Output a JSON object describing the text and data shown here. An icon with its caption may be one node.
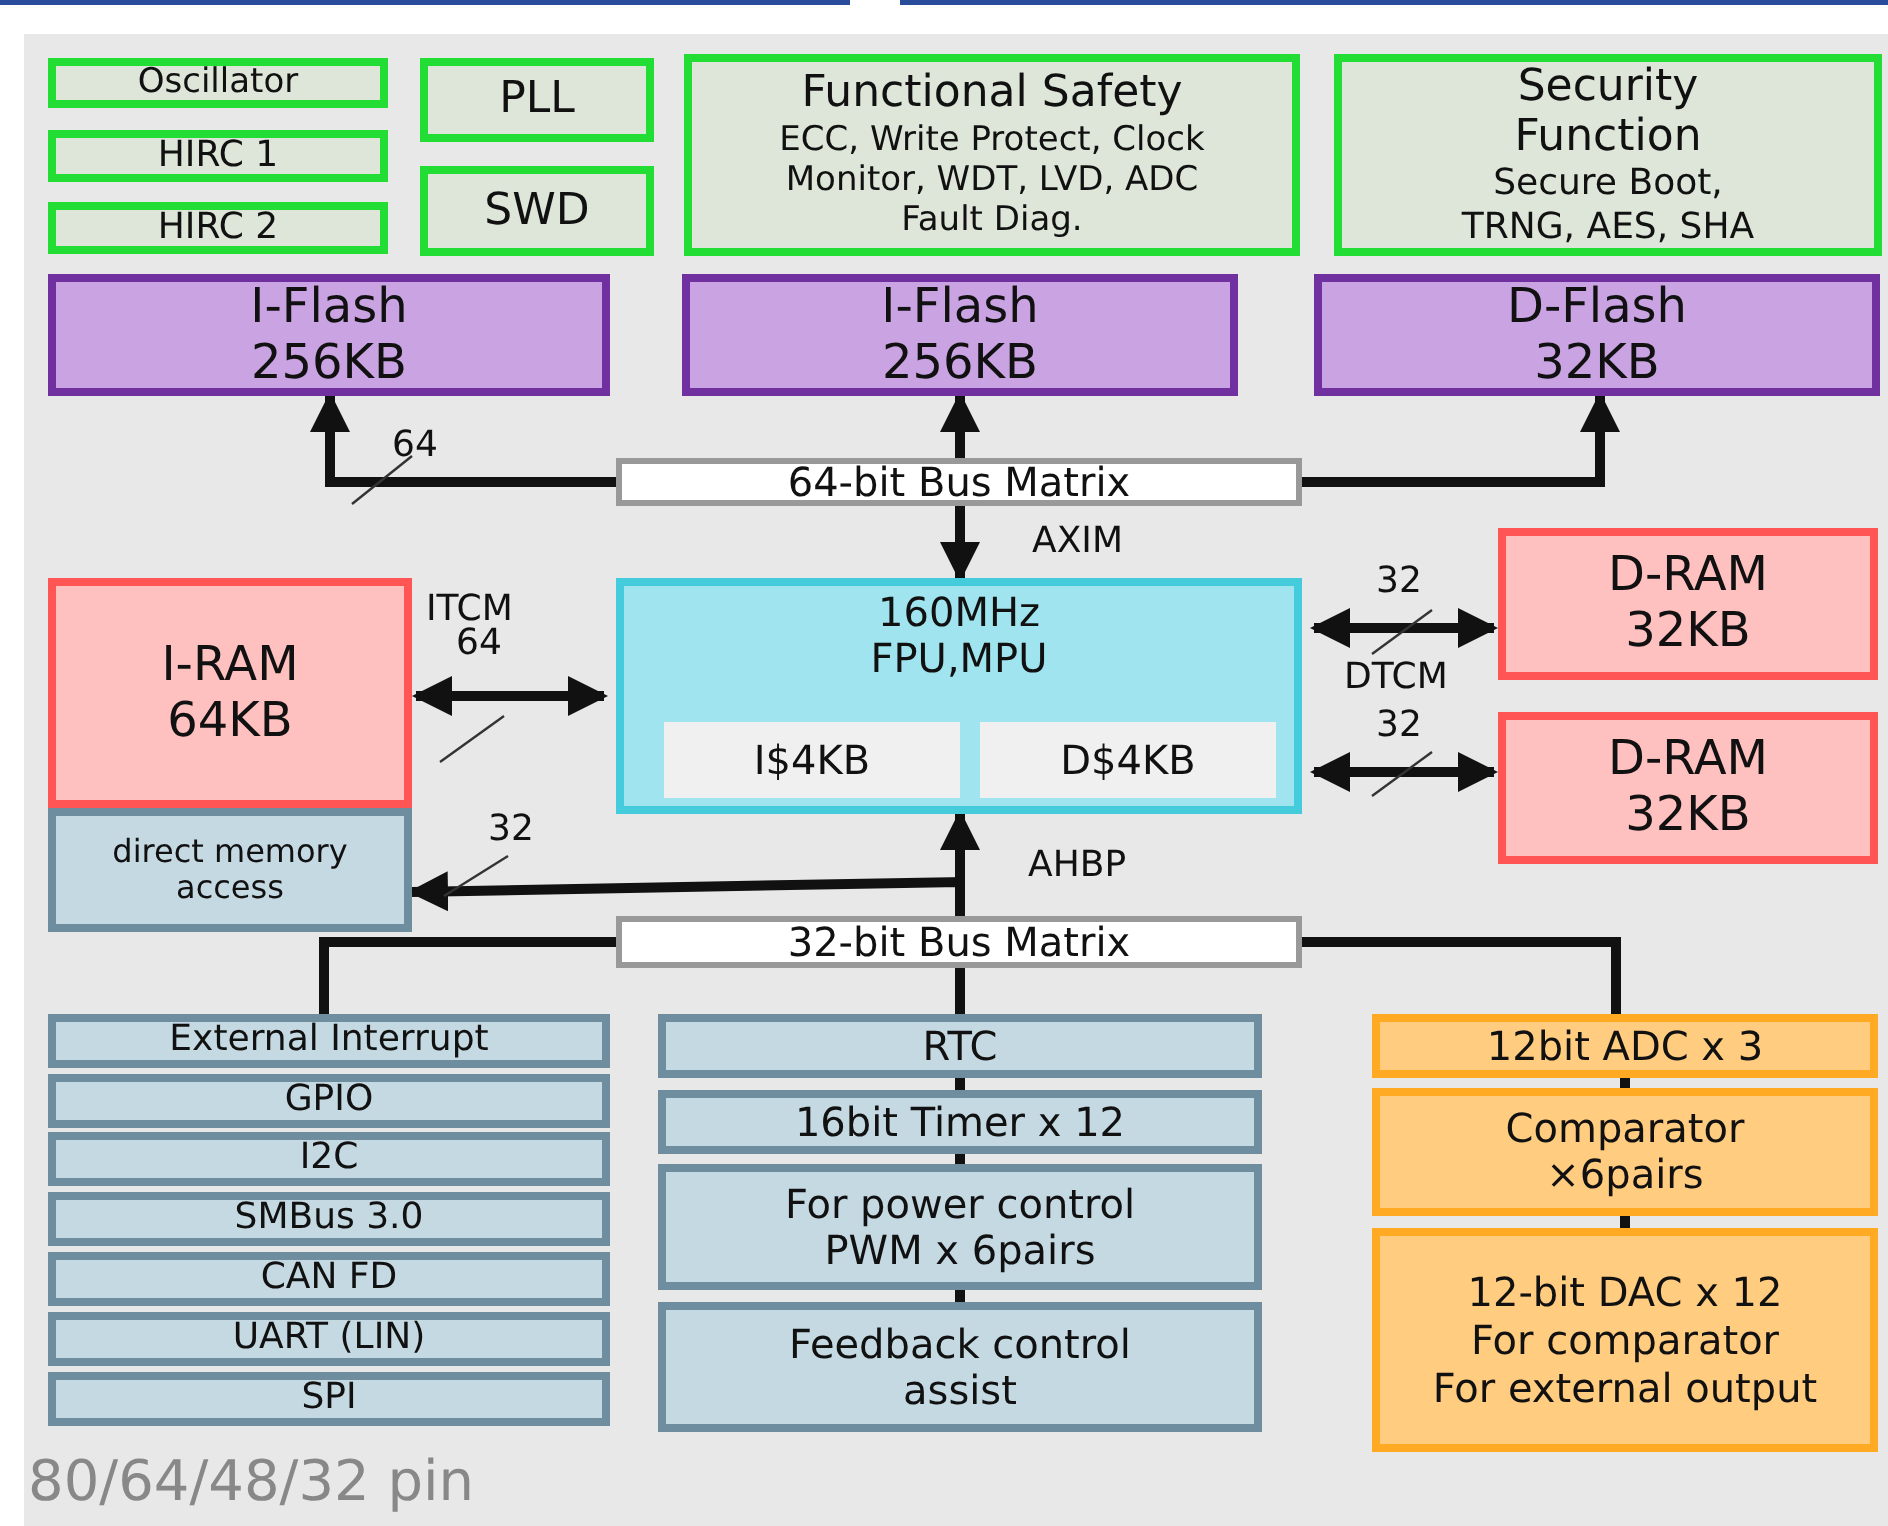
{
  "diagram": {
    "nodes": [
      {
        "text": [
          "Oscillator"
        ]
      },
      {
        "text": [
          "HIRC 1"
        ]
      },
      {
        "text": [
          "HIRC 2"
        ]
      },
      {
        "text": [
          "PLL"
        ]
      },
      {
        "text": [
          "SWD"
        ]
      },
      {
        "text": [
          "Functional Safety",
          "ECC, Write Protect, Clock Monitor, WDT, LVD, ADC Fault Diag."
        ]
      },
      {
        "text": [
          "Security Function",
          "Secure Boot, TRNG, AES, SHA"
        ]
      },
      {
        "text": [
          "I-Flash 256KB"
        ]
      },
      {
        "text": [
          "I-Flash 256KB"
        ]
      },
      {
        "text": [
          "D-Flash 32KB"
        ]
      },
      {
        "text": [
          "64-bit Bus Matrix"
        ]
      },
      {
        "text": [
          "I-RAM 64KB"
        ]
      },
      {
        "text": [
          "direct memory access"
        ]
      },
      {
        "text": [
          "160MHz FPU,MPU"
        ]
      },
      {
        "text": [
          "I$4KB"
        ],
        "in": 13
      },
      {
        "text": [
          "D$4KB"
        ],
        "in": 13
      },
      {
        "text": [
          "D-RAM 32KB"
        ]
      },
      {
        "text": [
          "D-RAM 32KB"
        ]
      },
      {
        "text": [
          "32-bit Bus Matrix"
        ]
      },
      {
        "text": [
          "External Interrupt"
        ]
      },
      {
        "text": [
          "GPIO"
        ]
      },
      {
        "text": [
          "I2C"
        ]
      },
      {
        "text": [
          "SMBus 3.0"
        ]
      },
      {
        "text": [
          "CAN FD"
        ]
      },
      {
        "text": [
          "UART (LIN)"
        ]
      },
      {
        "text": [
          "SPI"
        ]
      },
      {
        "text": [
          "RTC"
        ]
      },
      {
        "text": [
          "16bit Timer x 12"
        ]
      },
      {
        "text": [
          "For power control PWM x 6pairs"
        ]
      },
      {
        "text": [
          "Feedback control assist"
        ]
      },
      {
        "text": [
          "12bit ADC x 3"
        ]
      },
      {
        "text": [
          "Comparator ×6pairs"
        ]
      },
      {
        "text": [
          "12-bit DAC x 12",
          "For comparator",
          "For external output"
        ]
      }
    ],
    "edges": [
      {
        "from": 10,
        "to": 7,
        "arrow": "to",
        "label": "64"
      },
      {
        "from": 10,
        "to": 8,
        "arrow": "to"
      },
      {
        "from": 10,
        "to": 9,
        "arrow": "to"
      },
      {
        "from": 10,
        "to": 13,
        "arrow": "to",
        "label": "AXIM"
      },
      {
        "from": 11,
        "to": 13,
        "arrow": "both",
        "label": "64"
      },
      {
        "from": 13,
        "to": 16,
        "arrow": "both",
        "label": "32"
      },
      {
        "from": 13,
        "to": 17,
        "arrow": "both",
        "label": "32"
      },
      {
        "from": 18,
        "to": 13,
        "arrow": "to",
        "label": "AHBP"
      },
      {
        "from": 18,
        "to": 12,
        "arrow": "to",
        "label": "32"
      },
      {
        "from": 18,
        "to": 19,
        "arrow": "none"
      },
      {
        "from": 18,
        "to": 26,
        "arrow": "none"
      },
      {
        "from": 18,
        "to": 30,
        "arrow": "none"
      },
      {
        "from": 26,
        "to": 27,
        "arrow": "none"
      },
      {
        "from": 27,
        "to": 28,
        "arrow": "none"
      },
      {
        "from": 28,
        "to": 29,
        "arrow": "none"
      },
      {
        "from": 30,
        "to": 31,
        "arrow": "none"
      },
      {
        "from": 31,
        "to": 32,
        "arrow": "none"
      }
    ],
    "labels": [
      "ITCM",
      "DTCM",
      "80/64/48/32 pin"
    ]
  }
}
